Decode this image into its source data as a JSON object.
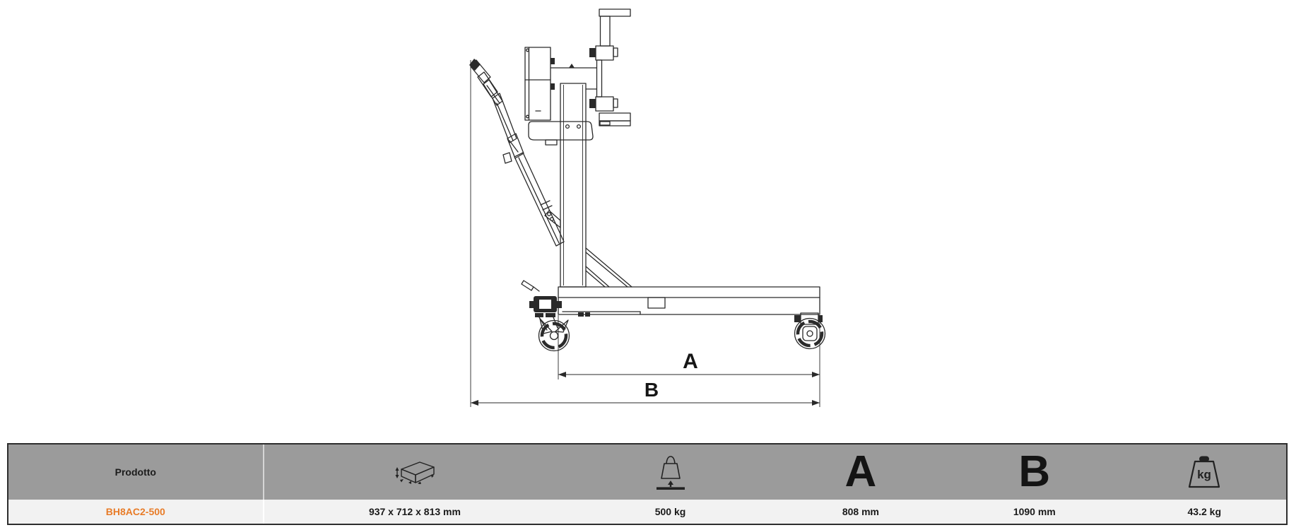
{
  "drawing": {
    "dim_label_a": "A",
    "dim_label_b": "B"
  },
  "table": {
    "header": {
      "product": "Prodotto",
      "dim_a": "A",
      "dim_b": "B"
    },
    "row": {
      "product_code": "BH8AC2-500",
      "package_dimensions": "937 x 712 x 813 mm",
      "capacity": "500 kg",
      "dim_a_value": "808 mm",
      "dim_b_value": "1090 mm",
      "weight": "43.2 kg"
    }
  },
  "icons": {
    "package_dimensions": "package-dimensions-icon",
    "capacity": "load-capacity-icon",
    "kg": "kg-weight-icon",
    "kg_label": "kg"
  },
  "colors": {
    "accent_orange": "#e87c28",
    "header_gray": "#9b9b9b",
    "row_bg": "#f2f2f2",
    "line_dark": "#2a2a2a"
  }
}
